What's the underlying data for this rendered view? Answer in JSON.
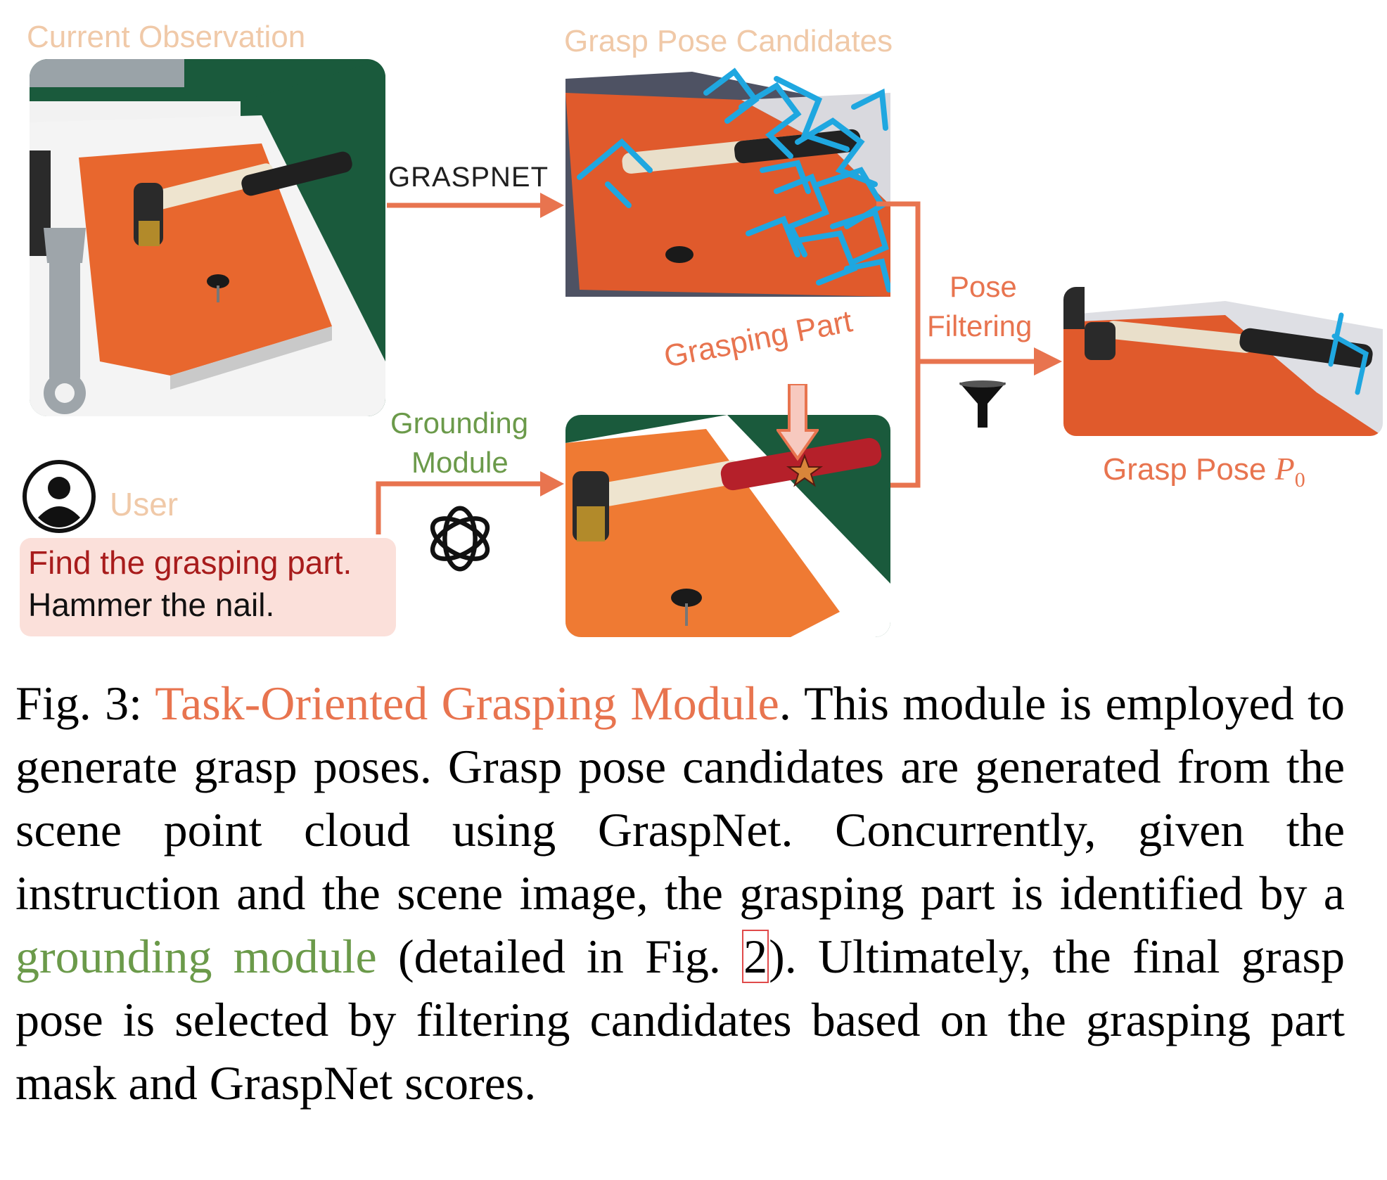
{
  "figure": {
    "labels": {
      "current_observation": "Current Observation",
      "grasp_pose_candidates": "Grasp Pose Candidates",
      "graspnet_logo": "GRASPNET",
      "grounding_module_line1": "Grounding",
      "grounding_module_line2": "Module",
      "grasping_part": "Grasping Part",
      "pose_filtering_line1": "Pose",
      "pose_filtering_line2": "Filtering",
      "grasp_pose": "Grasp Pose",
      "grasp_pose_symbol": "P",
      "grasp_pose_subscript": "0",
      "user": "User"
    },
    "instruction": {
      "line1": "Find the grasping part.",
      "line2": "Hammer the nail."
    },
    "colors": {
      "accent": "#e8744f",
      "label_beige": "#f0c9a8",
      "green": "#6b9a4a",
      "instruction_red": "#a81c1c",
      "grasp_blue": "#1fa7e0",
      "instruction_bg": "#fbe0da"
    },
    "icons": [
      "user-avatar-icon",
      "openai-logo-icon",
      "filter-funnel-icon",
      "star-marker-icon"
    ]
  },
  "caption": {
    "prefix": "Fig. 3: ",
    "title": "Task-Oriented Grasping Module",
    "part1": ". This module is employed to generate grasp poses. Grasp pose candidates are generated from the scene point cloud using GraspNet. Concurrently, given the instruction and the scene image, the grasping part is identified by a ",
    "grounding_link": "grounding module",
    "part2": " (detailed in Fig. ",
    "fig_ref": "2",
    "part3": "). Ultimately, the final grasp pose is selected by filtering candidates based on the grasping part mask and GraspNet scores."
  }
}
